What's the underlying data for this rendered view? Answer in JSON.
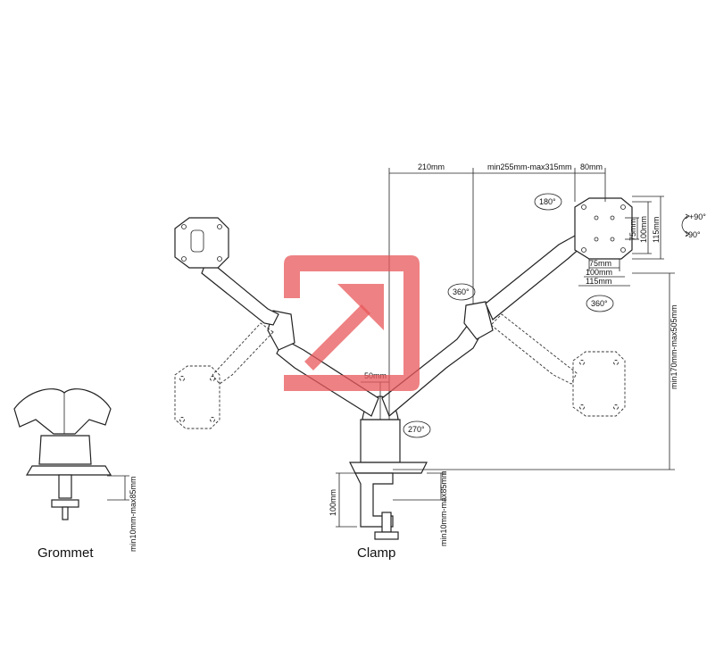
{
  "labels": {
    "grommet": "Grommet",
    "clamp": "Clamp",
    "grommet_thickness": "min10mm-max85mm",
    "clamp_thickness": "min10mm-max85mm",
    "clamp_depth": "100mm",
    "pole_offset": "50mm",
    "arm_inner": "210mm",
    "arm_outer": "min255mm-max315mm",
    "plate_width": "80mm",
    "height_range": "min170mm-max505mm",
    "vesa_75_v": "75mm",
    "vesa_100_v": "100mm",
    "vesa_115_v": "115mm",
    "vesa_75_h": "75mm",
    "vesa_100_h": "100mm",
    "vesa_115_h": "115mm",
    "rot_180": "180°",
    "rot_360_arm": "360°",
    "rot_360_plate": "360°",
    "rot_270": "270°",
    "tilt_up": "+90°",
    "tilt_down": "-90°"
  },
  "colors": {
    "line": "#222222",
    "watermark": "#e8575a"
  },
  "watermark": {
    "icon": "arrow-up-right-icon"
  }
}
